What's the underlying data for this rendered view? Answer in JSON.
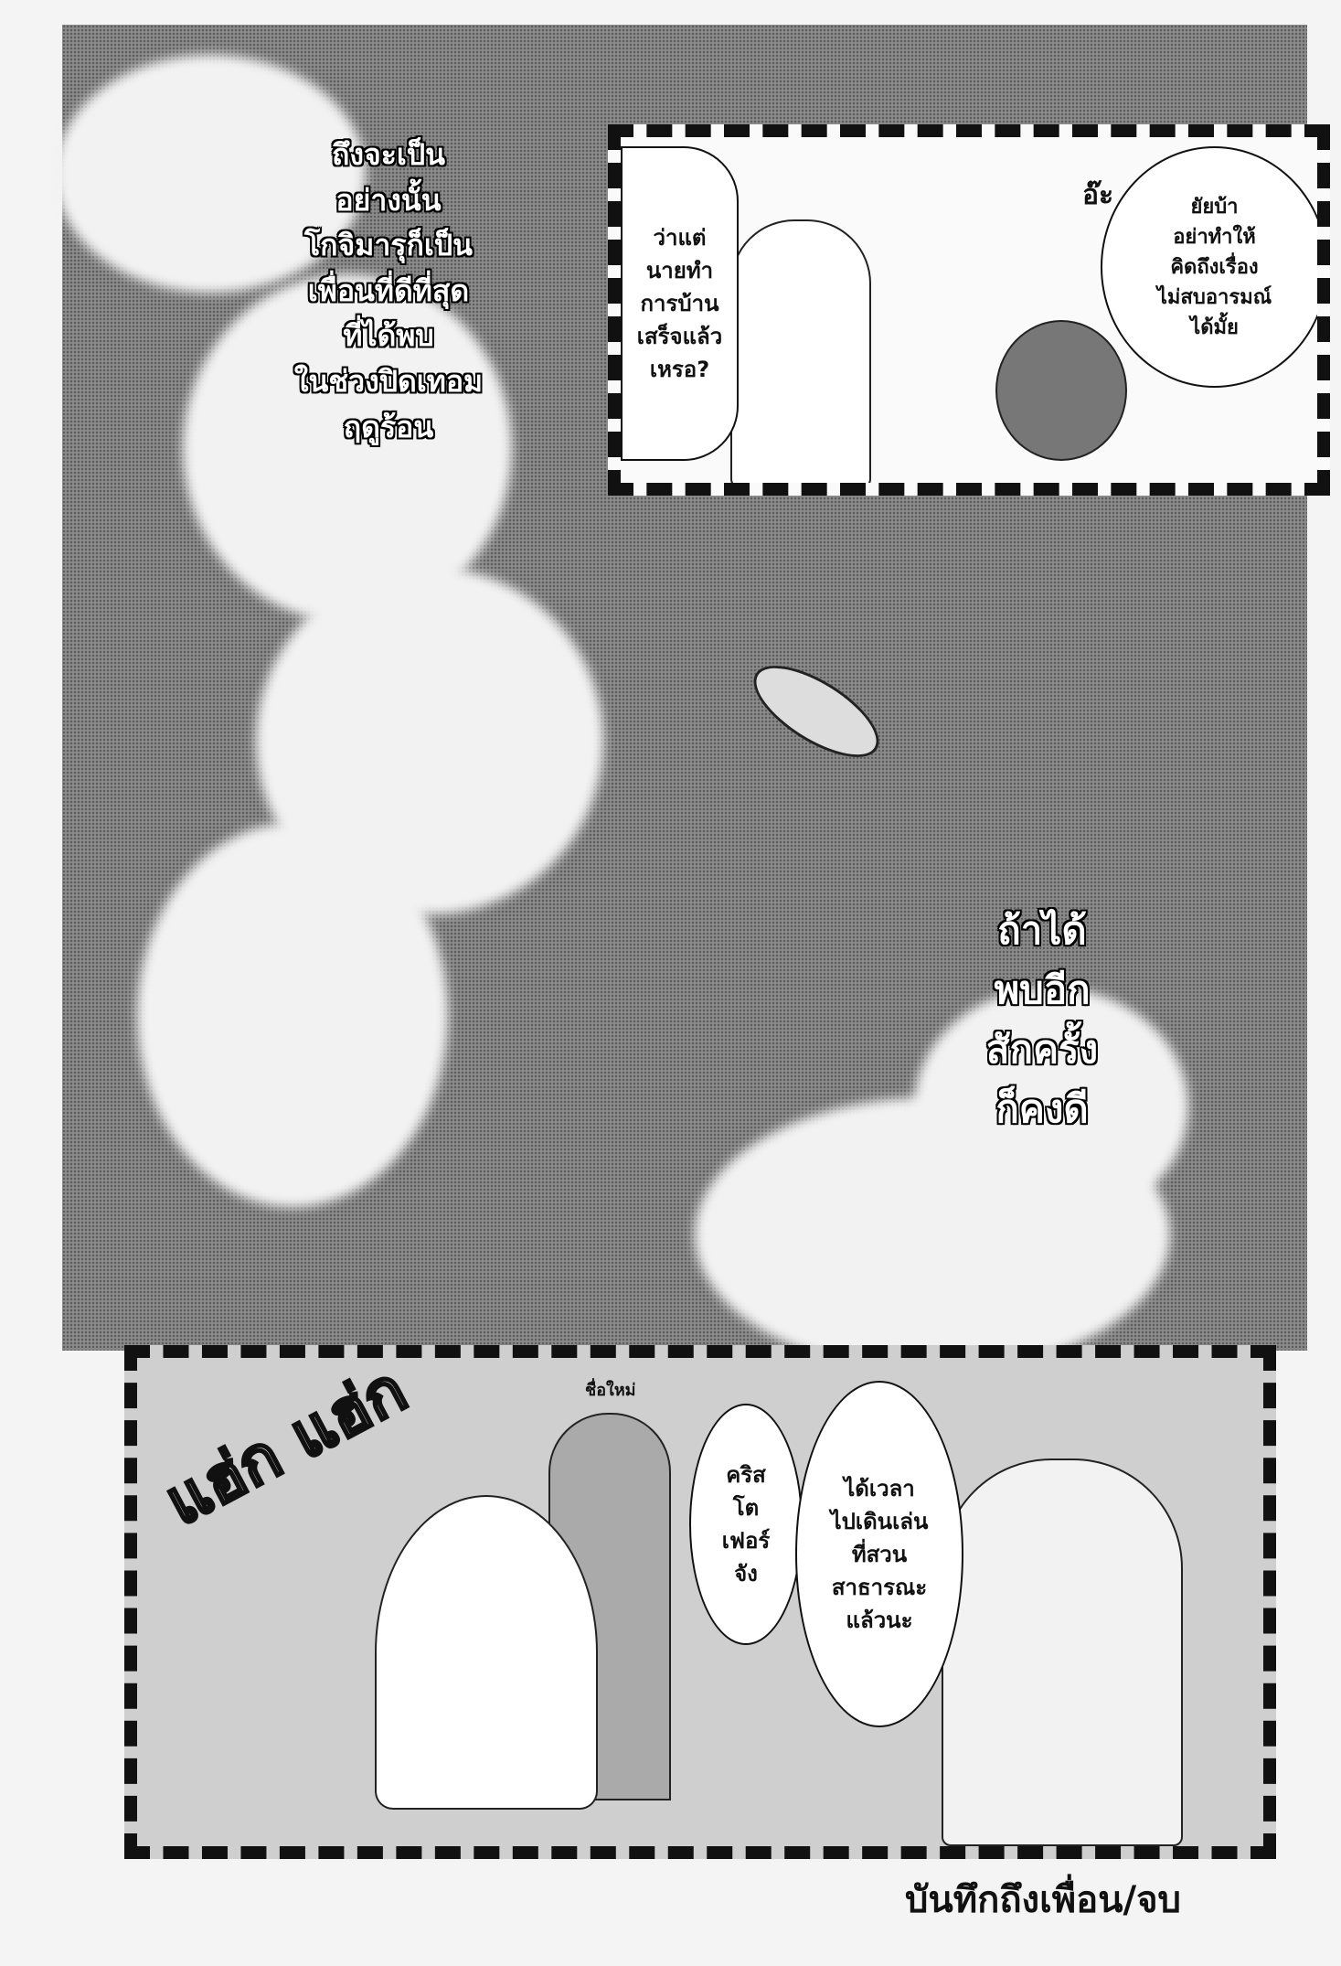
{
  "narration_left": [
    "ถึงจะเป็น",
    "อย่างนั้น",
    "โกจิมารุก็เป็น",
    "เพื่อนที่ดีที่สุด",
    "ที่ได้พบ",
    "ในช่วงปิดเทอม",
    "ฤดูร้อน"
  ],
  "narration_right": [
    "ถ้าได้",
    "พบอีก",
    "สักครั้ง",
    "ก็คงดี"
  ],
  "top_panel": {
    "bubble_girl": [
      "ว่าแต่",
      "นายทำ",
      "การบ้าน",
      "เสร็จแล้ว",
      "เหรอ?"
    ],
    "sfx_gasp": "อ๊ะ",
    "bubble_boy": [
      "ยัยบ้า",
      "อย่าทำให้",
      "คิดถึงเรื่อง",
      "ไม่สบอารมณ์",
      "ได้มั้ย"
    ]
  },
  "bottom_panel": {
    "sfx_panting": [
      "แฮ่ก",
      "แฮ่ก"
    ],
    "note_new_name": "ชื่อใหม่",
    "bubble_name": [
      "คริส",
      "โต",
      "เฟอร์",
      "จัง"
    ],
    "bubble_lady": [
      "ได้เวลา",
      "ไปเดินเล่น",
      "ที่สวน",
      "สาธารณะ",
      "แล้วนะ"
    ]
  },
  "end_caption": "บันทึกถึงเพื่อน/จบ"
}
